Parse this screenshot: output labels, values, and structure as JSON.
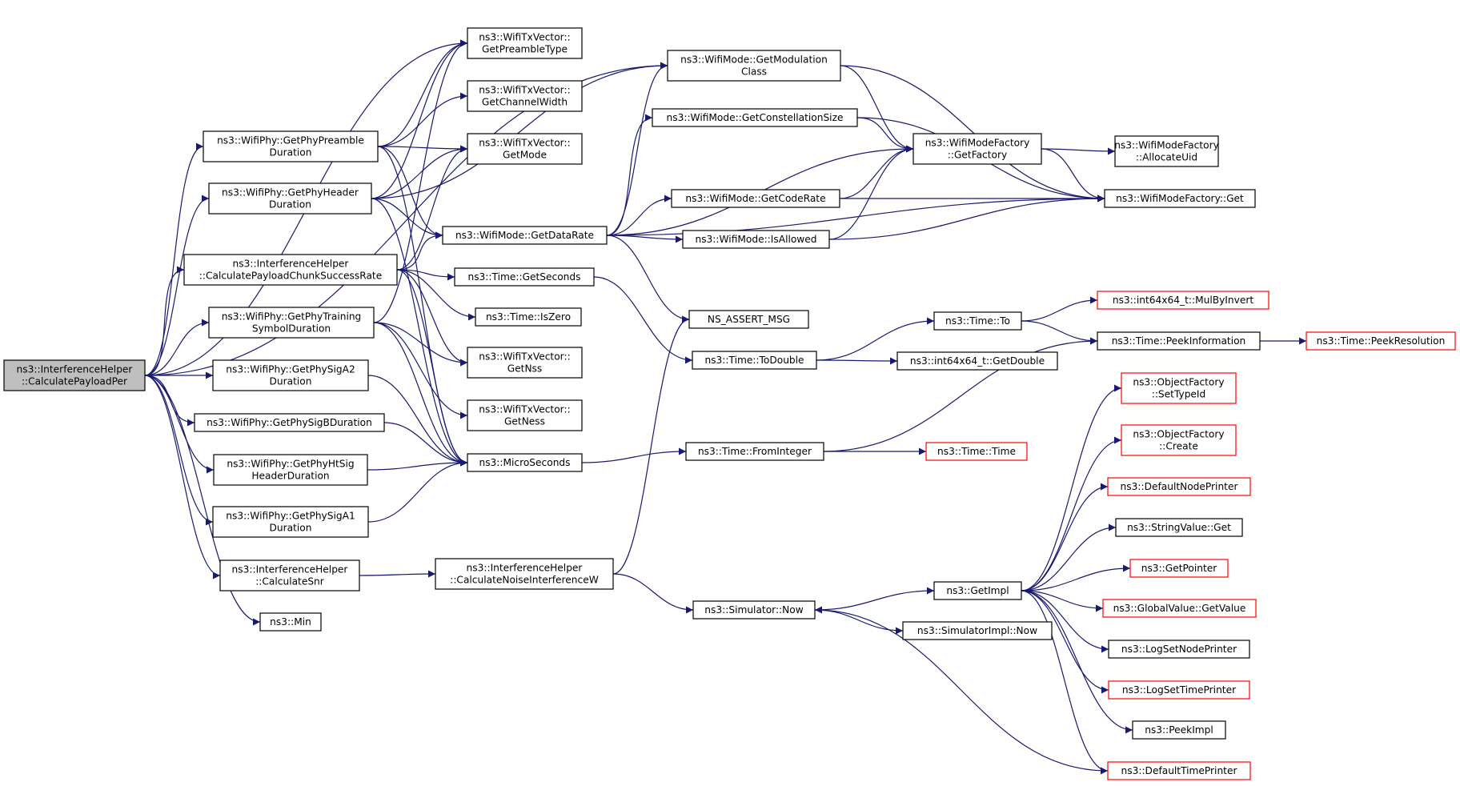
{
  "graph": {
    "colors": {
      "edge": "#191970",
      "node_border": "#000000",
      "truncated_border": "#ff0000",
      "root_fill": "#bfbfbf",
      "node_fill": "#ffffff"
    },
    "nodes": [
      {
        "id": "root",
        "lines": [
          "ns3::InterferenceHelper",
          "::CalculatePayloadPer"
        ],
        "root": true
      },
      {
        "id": "preambleDur",
        "lines": [
          "ns3::WifiPhy::GetPhyPreamble",
          "Duration"
        ]
      },
      {
        "id": "headerDur",
        "lines": [
          "ns3::WifiPhy::GetPhyHeader",
          "Duration"
        ]
      },
      {
        "id": "chunkRate",
        "lines": [
          "ns3::InterferenceHelper",
          "::CalculatePayloadChunkSuccessRate"
        ]
      },
      {
        "id": "trainDur",
        "lines": [
          "ns3::WifiPhy::GetPhyTraining",
          "SymbolDuration"
        ]
      },
      {
        "id": "sigA2",
        "lines": [
          "ns3::WifiPhy::GetPhySigA2",
          "Duration"
        ]
      },
      {
        "id": "sigB",
        "lines": [
          "ns3::WifiPhy::GetPhySigBDuration"
        ]
      },
      {
        "id": "htSig",
        "lines": [
          "ns3::WifiPhy::GetPhyHtSig",
          "HeaderDuration"
        ]
      },
      {
        "id": "sigA1",
        "lines": [
          "ns3::WifiPhy::GetPhySigA1",
          "Duration"
        ]
      },
      {
        "id": "calcSnr",
        "lines": [
          "ns3::InterferenceHelper",
          "::CalculateSnr"
        ]
      },
      {
        "id": "min",
        "lines": [
          "ns3::Min"
        ]
      },
      {
        "id": "preambleType",
        "lines": [
          "ns3::WifiTxVector::",
          "GetPreambleType"
        ]
      },
      {
        "id": "channelWidth",
        "lines": [
          "ns3::WifiTxVector::",
          "GetChannelWidth"
        ]
      },
      {
        "id": "getMode",
        "lines": [
          "ns3::WifiTxVector::",
          "GetMode"
        ]
      },
      {
        "id": "dataRate",
        "lines": [
          "ns3::WifiMode::GetDataRate"
        ]
      },
      {
        "id": "getSeconds",
        "lines": [
          "ns3::Time::GetSeconds"
        ]
      },
      {
        "id": "isZero",
        "lines": [
          "ns3::Time::IsZero"
        ]
      },
      {
        "id": "getNss",
        "lines": [
          "ns3::WifiTxVector::",
          "GetNss"
        ]
      },
      {
        "id": "getNess",
        "lines": [
          "ns3::WifiTxVector::",
          "GetNess"
        ]
      },
      {
        "id": "micro",
        "lines": [
          "ns3::MicroSeconds"
        ]
      },
      {
        "id": "noiseW",
        "lines": [
          "ns3::InterferenceHelper",
          "::CalculateNoiseInterferenceW"
        ]
      },
      {
        "id": "modClass",
        "lines": [
          "ns3::WifiMode::GetModulation",
          "Class"
        ]
      },
      {
        "id": "constSize",
        "lines": [
          "ns3::WifiMode::GetConstellationSize"
        ]
      },
      {
        "id": "codeRate",
        "lines": [
          "ns3::WifiMode::GetCodeRate"
        ]
      },
      {
        "id": "isAllowed",
        "lines": [
          "ns3::WifiMode::IsAllowed"
        ]
      },
      {
        "id": "assertMsg",
        "lines": [
          "NS_ASSERT_MSG"
        ]
      },
      {
        "id": "toDouble",
        "lines": [
          "ns3::Time::ToDouble"
        ]
      },
      {
        "id": "fromInteger",
        "lines": [
          "ns3::Time::FromInteger"
        ]
      },
      {
        "id": "simNow",
        "lines": [
          "ns3::Simulator::Now"
        ]
      },
      {
        "id": "factoryGet",
        "lines": [
          "ns3::WifiModeFactory",
          "::GetFactory"
        ]
      },
      {
        "id": "allocUid",
        "lines": [
          "ns3::WifiModeFactory",
          "::AllocateUid"
        ]
      },
      {
        "id": "wmfGet",
        "lines": [
          "ns3::WifiModeFactory::Get"
        ]
      },
      {
        "id": "timeTo",
        "lines": [
          "ns3::Time::To"
        ]
      },
      {
        "id": "i64GetDouble",
        "lines": [
          "ns3::int64x64_t::GetDouble"
        ]
      },
      {
        "id": "timeTime",
        "lines": [
          "ns3::Time::Time"
        ],
        "truncated": true
      },
      {
        "id": "getImpl",
        "lines": [
          "ns3::GetImpl"
        ]
      },
      {
        "id": "simImplNow",
        "lines": [
          "ns3::SimulatorImpl::Now"
        ]
      },
      {
        "id": "mulByInvert",
        "lines": [
          "ns3::int64x64_t::MulByInvert"
        ],
        "truncated": true
      },
      {
        "id": "peekInfo",
        "lines": [
          "ns3::Time::PeekInformation"
        ]
      },
      {
        "id": "peekRes",
        "lines": [
          "ns3::Time::PeekResolution"
        ],
        "truncated": true
      },
      {
        "id": "setTypeId",
        "lines": [
          "ns3::ObjectFactory",
          "::SetTypeId"
        ],
        "truncated": true
      },
      {
        "id": "ofCreate",
        "lines": [
          "ns3::ObjectFactory",
          "::Create"
        ],
        "truncated": true
      },
      {
        "id": "defNodePrinter",
        "lines": [
          "ns3::DefaultNodePrinter"
        ],
        "truncated": true
      },
      {
        "id": "stringGet",
        "lines": [
          "ns3::StringValue::Get"
        ]
      },
      {
        "id": "getPointer",
        "lines": [
          "ns3::GetPointer"
        ],
        "truncated": true
      },
      {
        "id": "globalGet",
        "lines": [
          "ns3::GlobalValue::GetValue"
        ],
        "truncated": true
      },
      {
        "id": "logNodePrinter",
        "lines": [
          "ns3::LogSetNodePrinter"
        ]
      },
      {
        "id": "logTimePrinter",
        "lines": [
          "ns3::LogSetTimePrinter"
        ],
        "truncated": true
      },
      {
        "id": "peekImpl",
        "lines": [
          "ns3::PeekImpl"
        ]
      },
      {
        "id": "defTimePrinter",
        "lines": [
          "ns3::DefaultTimePrinter"
        ],
        "truncated": true
      }
    ],
    "edges": [
      [
        "root",
        "preambleType"
      ],
      [
        "root",
        "preambleDur"
      ],
      [
        "root",
        "headerDur"
      ],
      [
        "root",
        "chunkRate"
      ],
      [
        "root",
        "trainDur"
      ],
      [
        "root",
        "sigA2"
      ],
      [
        "root",
        "sigB"
      ],
      [
        "root",
        "htSig"
      ],
      [
        "root",
        "sigA1"
      ],
      [
        "root",
        "calcSnr"
      ],
      [
        "root",
        "min"
      ],
      [
        "root",
        "modClass"
      ],
      [
        "preambleDur",
        "preambleType"
      ],
      [
        "preambleDur",
        "channelWidth"
      ],
      [
        "preambleDur",
        "getMode"
      ],
      [
        "preambleDur",
        "dataRate"
      ],
      [
        "preambleDur",
        "micro"
      ],
      [
        "headerDur",
        "preambleType"
      ],
      [
        "headerDur",
        "getMode"
      ],
      [
        "headerDur",
        "dataRate"
      ],
      [
        "headerDur",
        "micro"
      ],
      [
        "headerDur",
        "modClass"
      ],
      [
        "chunkRate",
        "getMode"
      ],
      [
        "chunkRate",
        "dataRate"
      ],
      [
        "chunkRate",
        "getSeconds"
      ],
      [
        "chunkRate",
        "isZero"
      ],
      [
        "chunkRate",
        "getNss"
      ],
      [
        "chunkRate",
        "micro"
      ],
      [
        "trainDur",
        "preambleType"
      ],
      [
        "trainDur",
        "getNss"
      ],
      [
        "trainDur",
        "getNess"
      ],
      [
        "trainDur",
        "micro"
      ],
      [
        "sigA2",
        "micro"
      ],
      [
        "sigB",
        "micro"
      ],
      [
        "htSig",
        "micro"
      ],
      [
        "sigA1",
        "micro"
      ],
      [
        "calcSnr",
        "noiseW"
      ],
      [
        "noiseW",
        "assertMsg"
      ],
      [
        "noiseW",
        "simNow"
      ],
      [
        "dataRate",
        "constSize"
      ],
      [
        "dataRate",
        "modClass"
      ],
      [
        "dataRate",
        "codeRate"
      ],
      [
        "dataRate",
        "isAllowed"
      ],
      [
        "dataRate",
        "assertMsg"
      ],
      [
        "dataRate",
        "factoryGet"
      ],
      [
        "dataRate",
        "wmfGet"
      ],
      [
        "modClass",
        "factoryGet"
      ],
      [
        "modClass",
        "wmfGet"
      ],
      [
        "constSize",
        "factoryGet"
      ],
      [
        "constSize",
        "wmfGet"
      ],
      [
        "codeRate",
        "factoryGet"
      ],
      [
        "codeRate",
        "wmfGet"
      ],
      [
        "isAllowed",
        "factoryGet"
      ],
      [
        "isAllowed",
        "wmfGet"
      ],
      [
        "factoryGet",
        "allocUid"
      ],
      [
        "factoryGet",
        "wmfGet"
      ],
      [
        "getSeconds",
        "toDouble"
      ],
      [
        "toDouble",
        "timeTo"
      ],
      [
        "toDouble",
        "i64GetDouble"
      ],
      [
        "timeTo",
        "mulByInvert"
      ],
      [
        "timeTo",
        "peekInfo"
      ],
      [
        "peekInfo",
        "peekRes"
      ],
      [
        "micro",
        "fromInteger"
      ],
      [
        "fromInteger",
        "peekInfo"
      ],
      [
        "fromInteger",
        "timeTime"
      ],
      [
        "simNow",
        "getImpl"
      ],
      [
        "simNow",
        "simImplNow"
      ],
      [
        "getImpl",
        "setTypeId"
      ],
      [
        "getImpl",
        "ofCreate"
      ],
      [
        "getImpl",
        "defNodePrinter"
      ],
      [
        "getImpl",
        "stringGet"
      ],
      [
        "getImpl",
        "getPointer"
      ],
      [
        "getImpl",
        "globalGet"
      ],
      [
        "getImpl",
        "logNodePrinter"
      ],
      [
        "getImpl",
        "logTimePrinter"
      ],
      [
        "getImpl",
        "peekImpl"
      ],
      [
        "getImpl",
        "defTimePrinter"
      ],
      [
        "defTimePrinter",
        "simNow"
      ]
    ]
  }
}
